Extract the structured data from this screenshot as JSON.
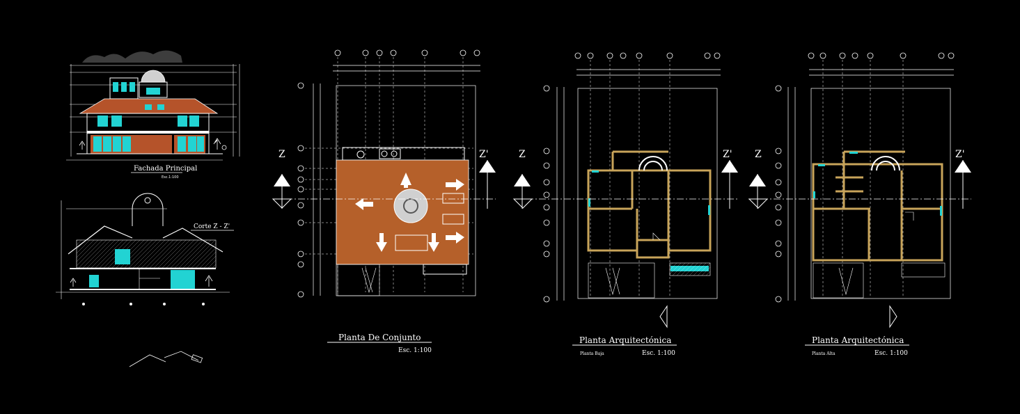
{
  "sheet": {
    "background": "#000000",
    "line_color": "#ffffff",
    "wall_color": "#c8a45a",
    "glass_color": "#22d3d3",
    "roof_color": "#b5532a",
    "site_color": "#b5602a",
    "dome_color": "#d0d0d0"
  },
  "elevation": {
    "title": "Fachada Principal",
    "scale": "Esc.1:100"
  },
  "section": {
    "title": "Corte Z - Z'"
  },
  "site_plan": {
    "title": "Planta De Conjunto",
    "scale": "Esc. 1:100",
    "cut_left": "Z",
    "cut_right": "Z'"
  },
  "ground_plan": {
    "title": "Planta Arquitectónica",
    "subtitle": "Planta Baja",
    "scale": "Esc. 1:100",
    "cut_left": "Z",
    "cut_right": "Z'"
  },
  "upper_plan": {
    "title": "Planta Arquitectónica",
    "subtitle": "Planta Alta",
    "scale": "Esc. 1:100",
    "cut_left": "Z",
    "cut_right": "Z'"
  }
}
